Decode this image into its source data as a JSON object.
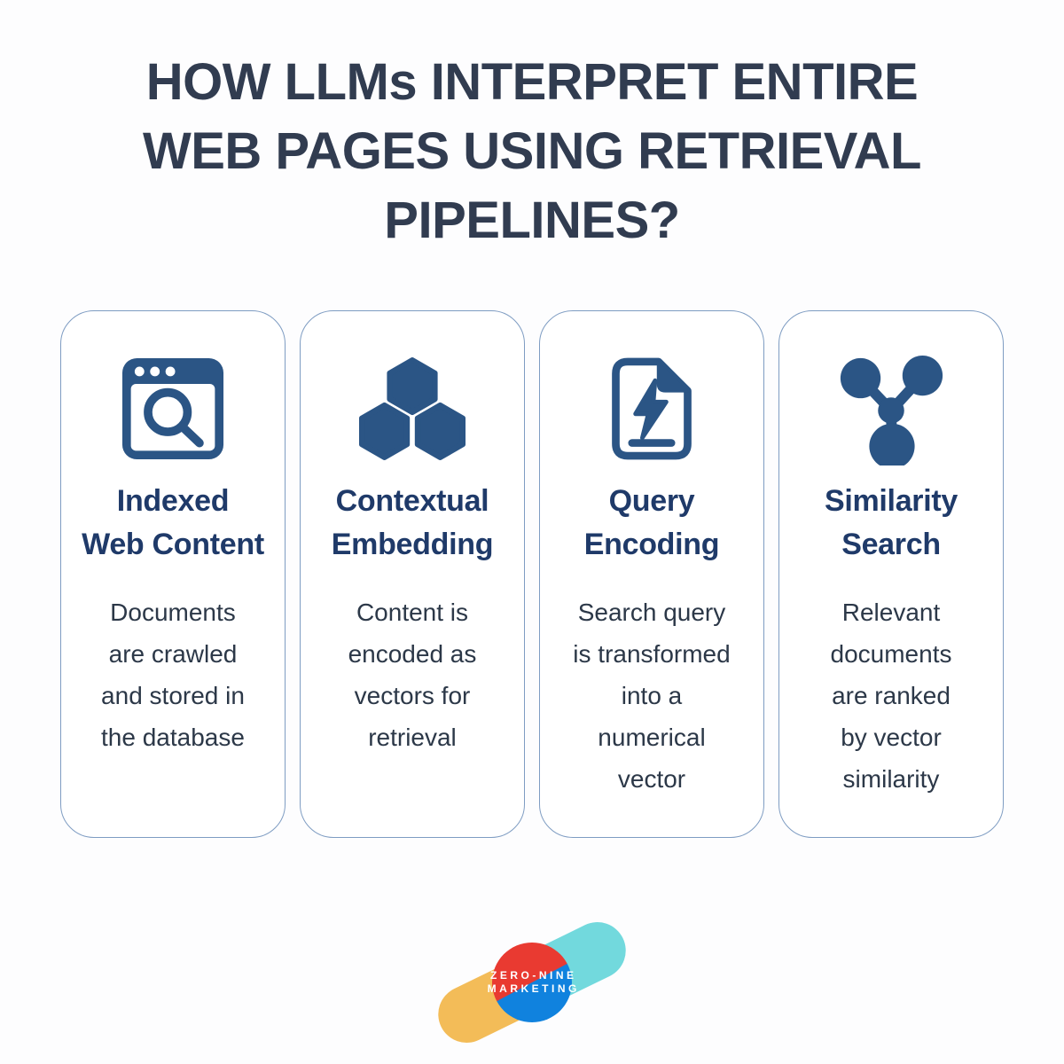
{
  "colors": {
    "page_bg": "#fdfdfe",
    "card_bg": "#ffffff",
    "card_border": "#7e9cc2",
    "title": "#313c50",
    "card_heading": "#1f3a69",
    "card_body": "#2c3848",
    "icon_blue": "#2b5585",
    "logo_orange": "#f3bc58",
    "logo_cyan": "#72d9dd",
    "logo_red": "#e93a31",
    "logo_blue": "#1082de",
    "logo_text": "#ffffff"
  },
  "title": "HOW LLMs INTERPRET ENTIRE\nWEB PAGES USING RETRIEVAL\nPIPELINES?",
  "cards": [
    {
      "icon": "browser-search-icon",
      "heading": "Indexed\nWeb Content",
      "body": "Documents\nare crawled\nand stored in\nthe database"
    },
    {
      "icon": "hexagon-cluster-icon",
      "heading": "Contextual\nEmbedding",
      "body": "Content is\nencoded as\nvectors for\nretrieval"
    },
    {
      "icon": "document-lightning-icon",
      "heading": "Query\nEncoding",
      "body": "Search query\nis transformed\ninto a\nnumerical\nvector"
    },
    {
      "icon": "network-nodes-icon",
      "heading": "Similarity\nSearch",
      "body": "Relevant\ndocuments\nare ranked\nby vector\nsimilarity"
    }
  ],
  "logo": {
    "line1": "ZERO-NINE",
    "line2": "MARKETING"
  }
}
